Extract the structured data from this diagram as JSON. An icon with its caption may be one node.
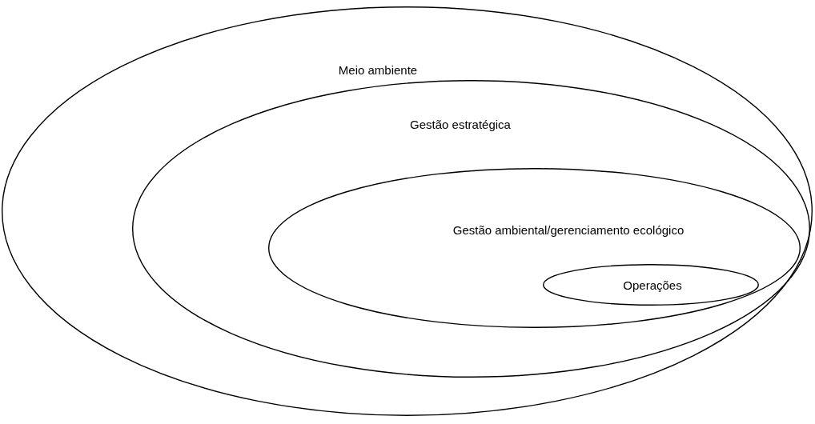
{
  "diagram": {
    "nodes": [
      {
        "text": [
          "Meio ambiente"
        ]
      },
      {
        "text": [
          "Gestão estratégica"
        ],
        "in": 0
      },
      {
        "text": [
          "Gestão ambiental/gerenciamento ecológico"
        ],
        "in": 1
      },
      {
        "text": [
          "Operações"
        ],
        "in": 2
      }
    ]
  }
}
